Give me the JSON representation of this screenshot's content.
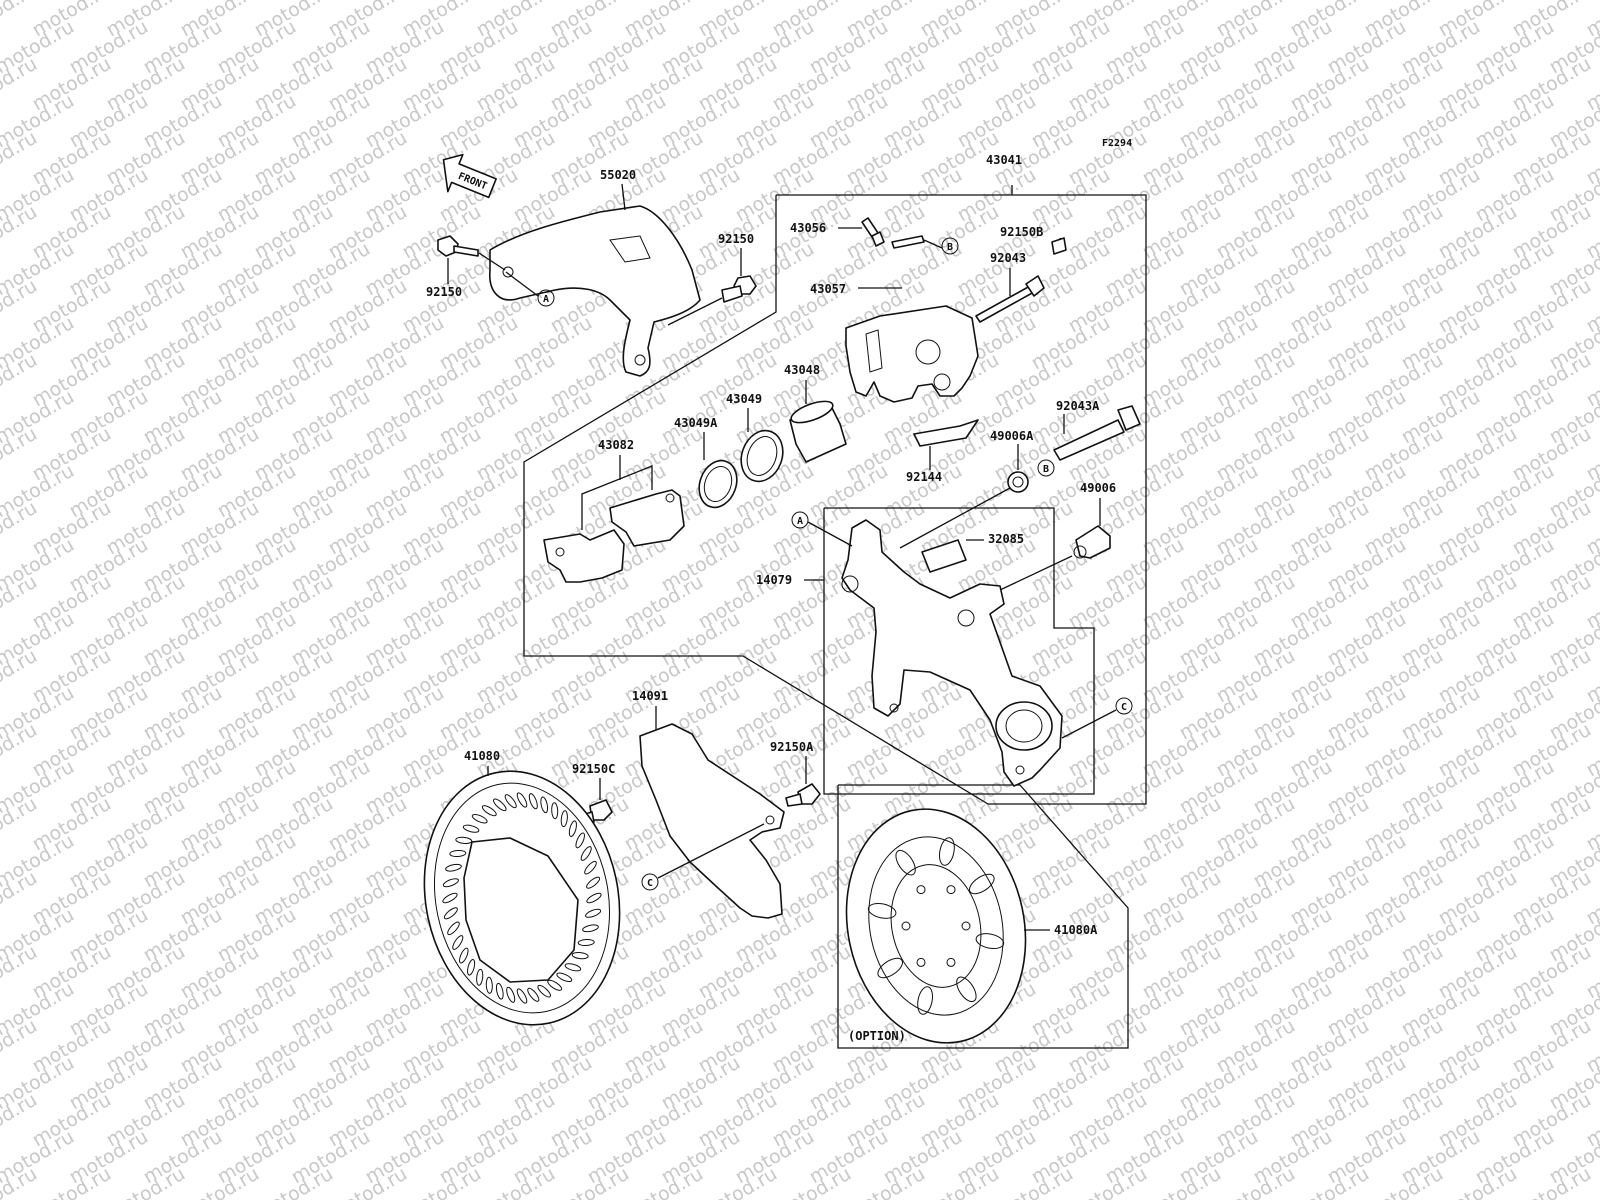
{
  "watermark": "motod.ru",
  "figure_code": "F2294",
  "front_arrow": "FRONT",
  "option_label": "(OPTION)",
  "parts": {
    "p55020": "55020",
    "p92150_left": "92150",
    "p92150_right": "92150",
    "p43041": "43041",
    "p43056": "43056",
    "p43057": "43057",
    "p92150B": "92150B",
    "p92043": "92043",
    "p43048": "43048",
    "p43049": "43049",
    "p43049A": "43049A",
    "p43082": "43082",
    "p92043A": "92043A",
    "p49006A": "49006A",
    "p92144": "92144",
    "p49006": "49006",
    "p32085": "32085",
    "p14079": "14079",
    "p14091": "14091",
    "p92150A": "92150A",
    "p92150C": "92150C",
    "p41080": "41080",
    "p41080A": "41080A"
  },
  "refs": {
    "A": "A",
    "B": "B",
    "C": "C"
  }
}
